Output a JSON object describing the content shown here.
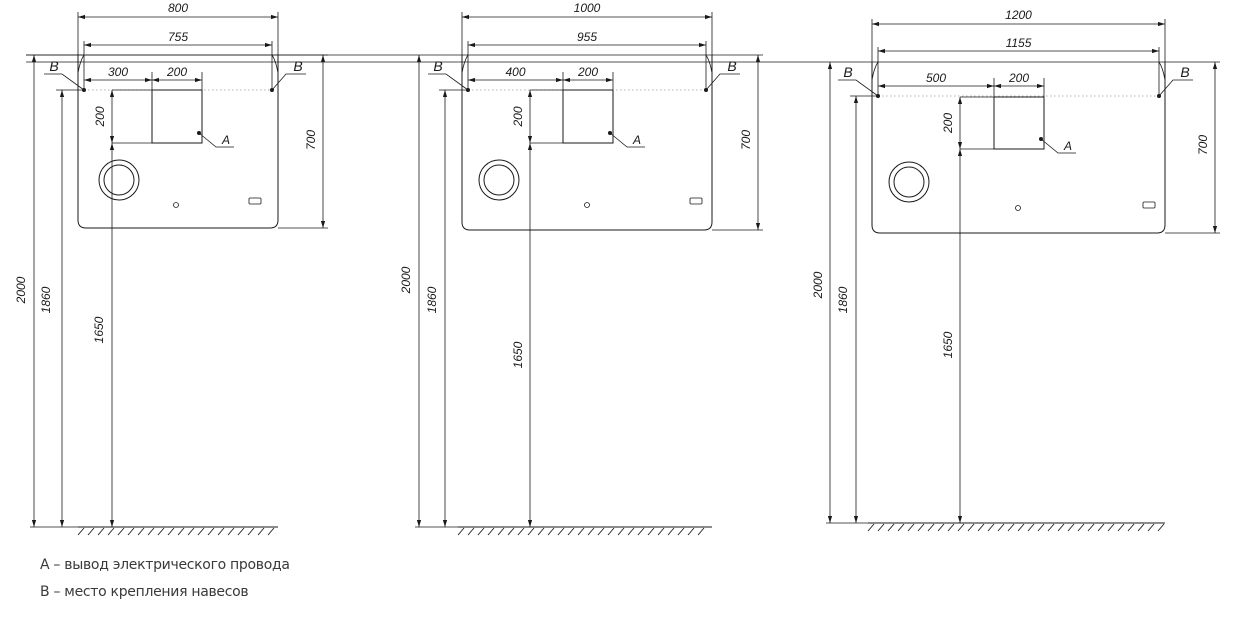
{
  "legend": {
    "a": "A – вывод электрического провода",
    "b": "B – место крепления навесов"
  },
  "drawings": [
    {
      "width": "800",
      "mount_span": "755",
      "offset": "300",
      "box_width": "200",
      "box_height": "200",
      "mirror_height": "700",
      "floor_total": "2000",
      "floor_mount": "1860",
      "floor_outlet": "1650",
      "label_a": "A",
      "label_b": "B"
    },
    {
      "width": "1000",
      "mount_span": "955",
      "offset": "400",
      "box_width": "200",
      "box_height": "200",
      "mirror_height": "700",
      "floor_total": "2000",
      "floor_mount": "1860",
      "floor_outlet": "1650",
      "label_a": "A",
      "label_b": "B"
    },
    {
      "width": "1200",
      "mount_span": "1155",
      "offset": "500",
      "box_width": "200",
      "box_height": "200",
      "mirror_height": "700",
      "floor_total": "2000",
      "floor_mount": "1860",
      "floor_outlet": "1650",
      "label_a": "A",
      "label_b": "B"
    }
  ]
}
